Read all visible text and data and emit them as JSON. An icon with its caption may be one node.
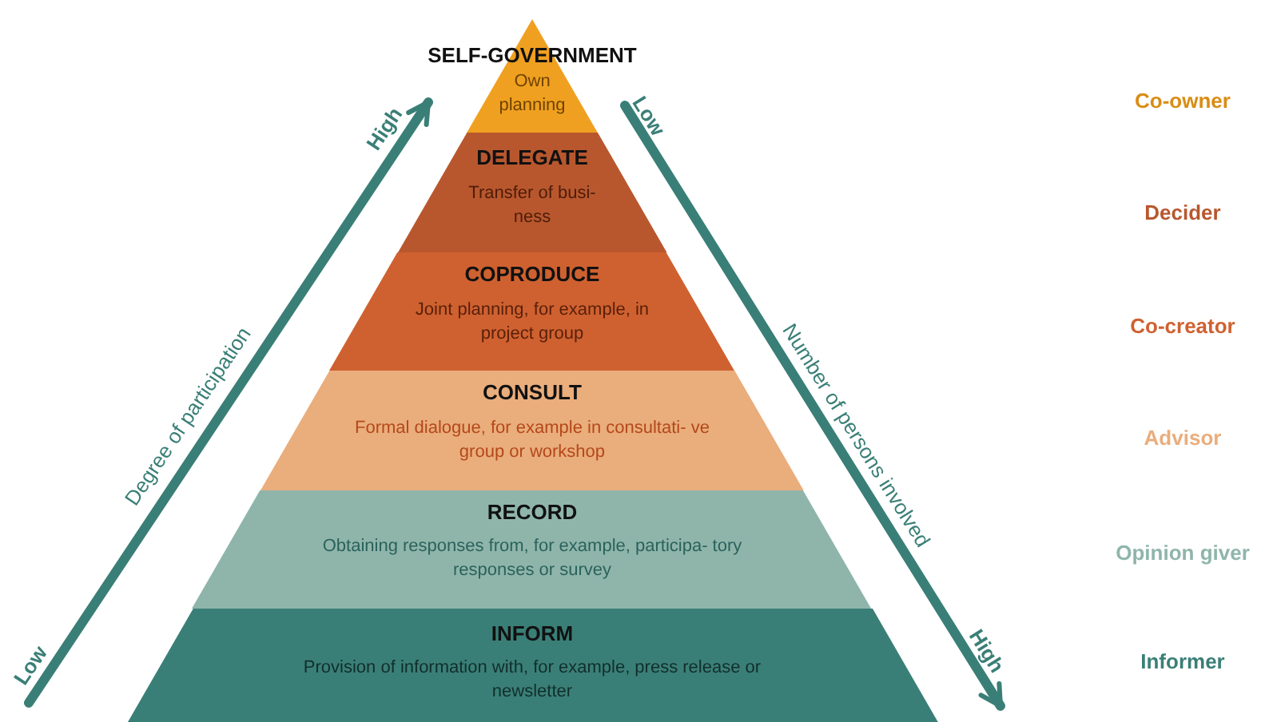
{
  "diagram": {
    "nodes": [
      {
        "text": [
          "SELF-GOVERNMENT",
          "Own planning"
        ]
      },
      {
        "text": [
          "DELEGATE",
          "Transfer of busi- ness"
        ]
      },
      {
        "text": [
          "COPRODUCE",
          "Joint planning, for example, in project group"
        ]
      },
      {
        "text": [
          "CONSULT",
          "Formal dialogue, for example in consultati- ve group or workshop"
        ]
      },
      {
        "text": [
          "RECORD",
          "Obtaining responses from, for example, participa- tory responses or survey"
        ]
      },
      {
        "text": [
          "INFORM",
          "Provision of information with, for example, press release or newsletter"
        ]
      }
    ],
    "labels": [
      "Low",
      "Degree of participation",
      "High",
      "Low",
      "Number of persons involved",
      "High",
      "Co-owner",
      "Decider",
      "Co-creator",
      "Advisor",
      "Opinion giver",
      "Informer"
    ]
  }
}
